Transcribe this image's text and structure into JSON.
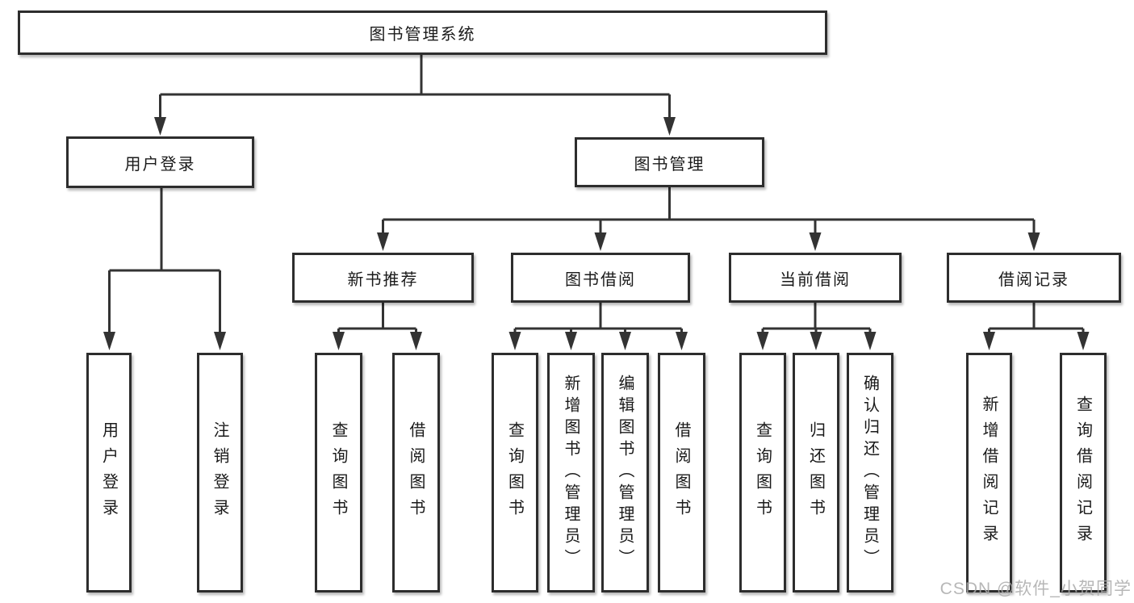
{
  "diagram": {
    "root": "图书管理系统",
    "level2": {
      "user_login": "用户登录",
      "book_mgmt": "图书管理"
    },
    "level3": {
      "new_books": "新书推荐",
      "book_borrow": "图书借阅",
      "current_borrow": "当前借阅",
      "borrow_records": "借阅记录"
    },
    "leaves": {
      "user_login": "用户登录",
      "logout": "注销登录",
      "nb_query_books": "查询图书",
      "nb_borrow_books": "借阅图书",
      "bb_query_books": "查询图书",
      "bb_add_books": "新增图书（管理员）",
      "bb_edit_books": "编辑图书（管理员）",
      "bb_borrow_books": "借阅图书",
      "cb_query_books": "查询图书",
      "cb_return_books": "归还图书",
      "cb_confirm_return": "确认归还（管理员）",
      "br_add_record": "新增借阅记录",
      "br_query_record": "查询借阅记录"
    }
  },
  "watermark": {
    "text": "CSDN @软件_小贺同学"
  },
  "colors": {
    "line": "#333333",
    "border": "#2d2d2d",
    "text": "#1a1a1a",
    "background": "#ffffff",
    "watermark": "#aaaaaa"
  }
}
